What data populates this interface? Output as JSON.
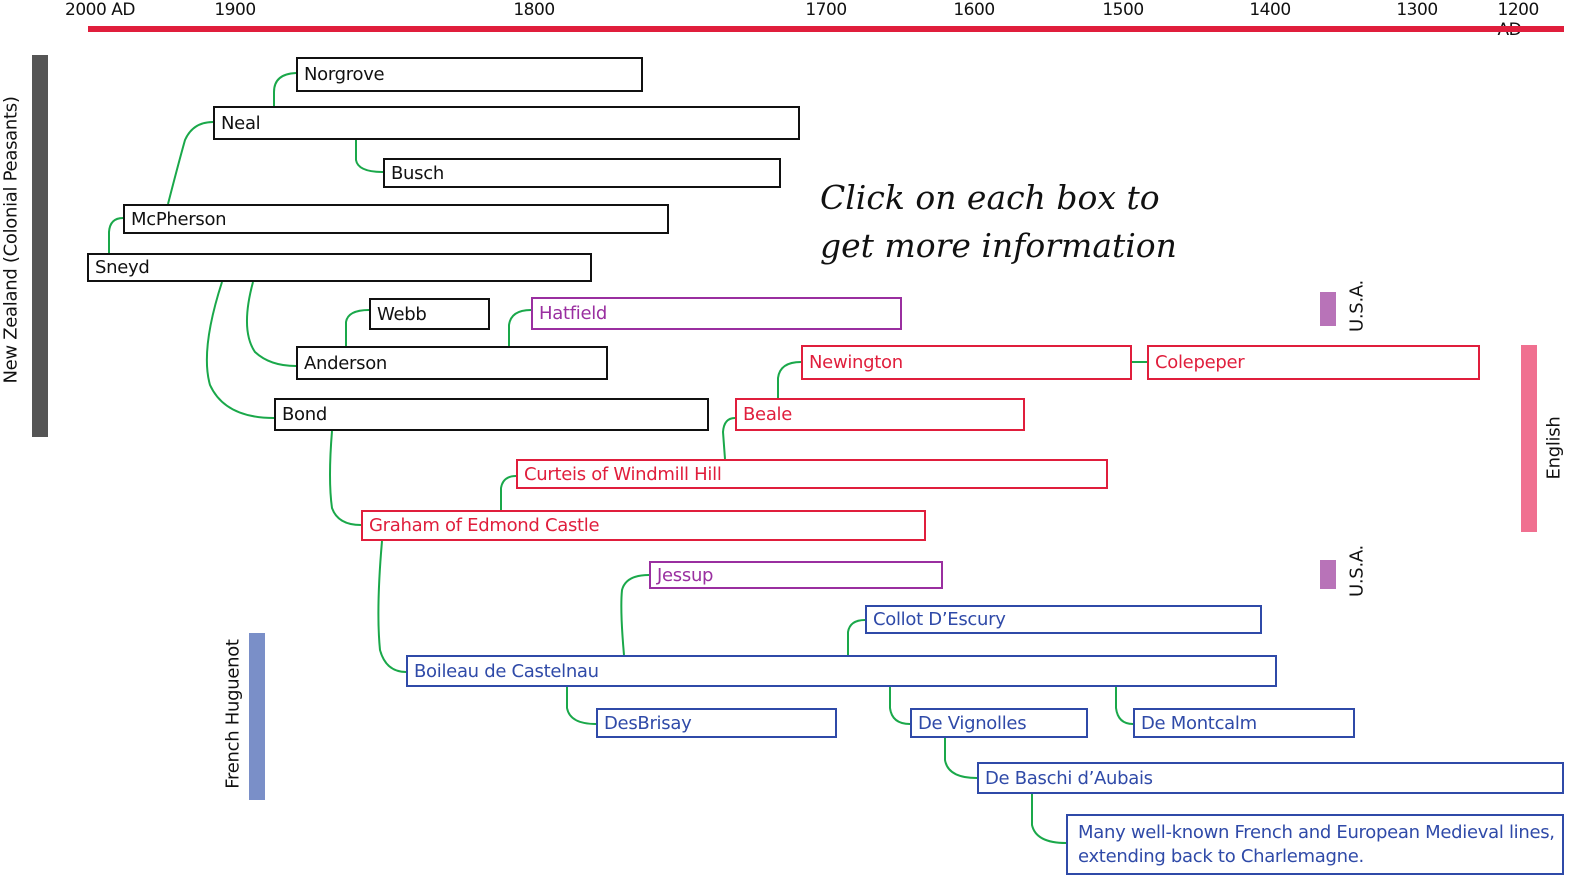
{
  "axis": {
    "ticks": [
      "2000 AD",
      "1900",
      "1800",
      "1700",
      "1600",
      "1500",
      "1400",
      "1300",
      "1200 AD"
    ],
    "line_color": "#e01e3c"
  },
  "instruction": {
    "line1": "Click on each box to",
    "line2": "get more information"
  },
  "groups": {
    "new_zealand": {
      "label": "New Zealand (Colonial Peasants)",
      "color": "#555555"
    },
    "french_huguenot": {
      "label": "French Huguenot",
      "color": "#7a8fc8"
    },
    "english": {
      "label": "English",
      "color": "#f07090"
    },
    "usa_1": {
      "label": "U.S.A.",
      "color": "#b873b8"
    },
    "usa_2": {
      "label": "U.S.A.",
      "color": "#b873b8"
    }
  },
  "families": {
    "norgrove": "Norgrove",
    "neal": "Neal",
    "busch": "Busch",
    "mcpherson": "McPherson",
    "sneyd": "Sneyd",
    "webb": "Webb",
    "hatfield": "Hatfield",
    "anderson": "Anderson",
    "newington": "Newington",
    "colepeper": "Colepeper",
    "beale": "Beale",
    "bond": "Bond",
    "curteis": "Curteis of Windmill Hill",
    "graham": "Graham of Edmond Castle",
    "jessup": "Jessup",
    "collot": "Collot D’Escury",
    "boileau": "Boileau de Castelnau",
    "desbrisay": "DesBrisay",
    "devignolles": "De Vignolles",
    "demontcalm": "De Montcalm",
    "debaschi": "De Baschi d’Aubais",
    "medieval": "Many well-known French and European Medieval lines, extending back to Charlemagne."
  },
  "colors": {
    "black": "#111111",
    "red": "#e01e3c",
    "purple": "#9a2fa0",
    "blue": "#2f4aa8",
    "connector": "#1aa84a"
  }
}
